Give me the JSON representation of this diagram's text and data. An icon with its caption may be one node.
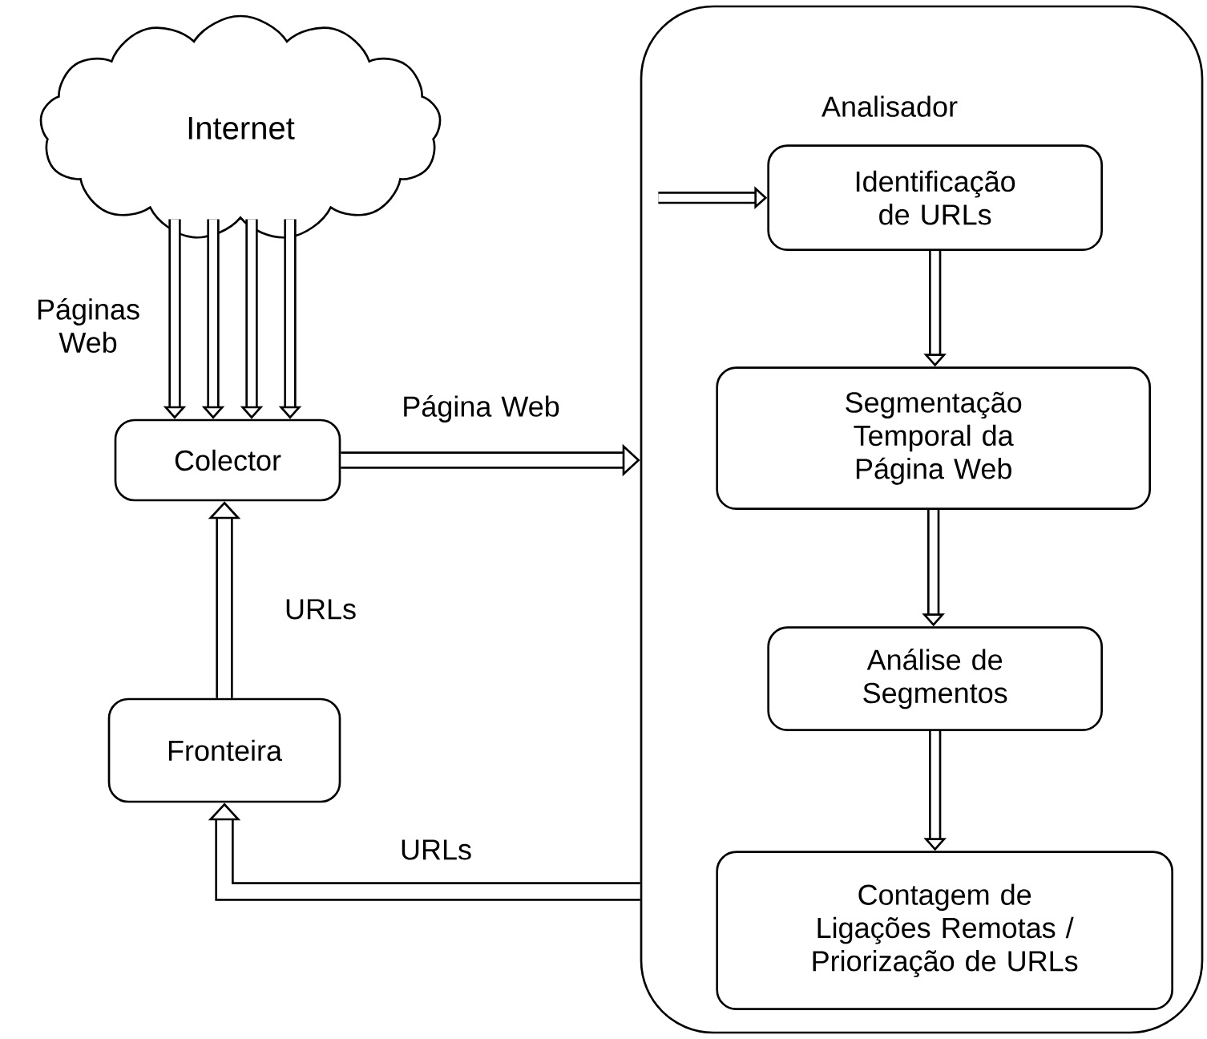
{
  "diagram": {
    "nodes": [
      {
        "text": [
          "Internet"
        ]
      },
      {
        "text": [
          "Colector"
        ]
      },
      {
        "text": [
          "Fronteira"
        ]
      },
      {
        "text": [
          "Analisador"
        ]
      },
      {
        "text": [
          "Identificação de URLs"
        ],
        "in": 3
      },
      {
        "text": [
          "Segmentação Temporal da Página Web"
        ],
        "in": 3
      },
      {
        "text": [
          "Análise de Segmentos"
        ],
        "in": 3
      },
      {
        "text": [
          "Contagem de Ligações Remotas / Priorização de URLs"
        ],
        "in": 3
      }
    ],
    "edges": [
      {
        "from": 0,
        "to": 1,
        "arrow": "to",
        "label": "Páginas Web"
      },
      {
        "from": 0,
        "to": 1,
        "arrow": "to"
      },
      {
        "from": 0,
        "to": 1,
        "arrow": "to"
      },
      {
        "from": 0,
        "to": 1,
        "arrow": "to"
      },
      {
        "from": 1,
        "to": 3,
        "arrow": "to",
        "label": "Página Web"
      },
      {
        "from": 2,
        "to": 1,
        "arrow": "to",
        "label": "URLs"
      },
      {
        "from": 3,
        "to": 2,
        "arrow": "to",
        "label": "URLs"
      },
      {
        "from": null,
        "to": 4,
        "arrow": "to"
      },
      {
        "from": 4,
        "to": 5,
        "arrow": "to"
      },
      {
        "from": 5,
        "to": 6,
        "arrow": "to"
      },
      {
        "from": 6,
        "to": 7,
        "arrow": "to"
      }
    ]
  }
}
